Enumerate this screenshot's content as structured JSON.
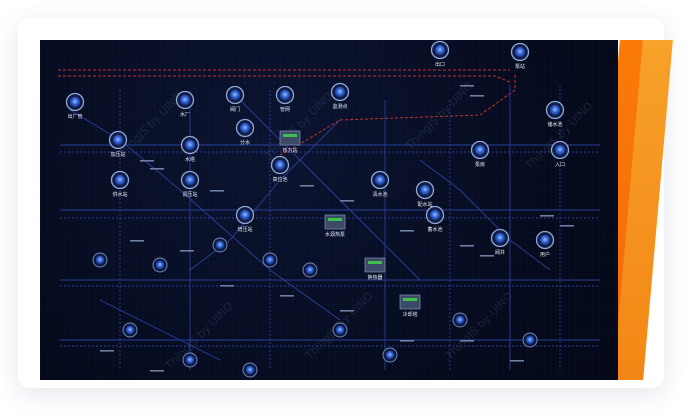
{
  "watermark": "ThingJS by UINO",
  "colors": {
    "node_ring": "#8fa8d6",
    "node_core": "#2f5fd0",
    "pipe_blue": "#2a3f9a",
    "pipe_red": "#c4312f",
    "stripe_orange": "#f47008",
    "stripe_amber": "#f39a1e"
  },
  "nodes": [
    {
      "id": "n_a1",
      "label": "出口"
    },
    {
      "id": "n_a2",
      "label": "泵站"
    },
    {
      "id": "n_a3",
      "label": "出厂管"
    },
    {
      "id": "n_a4",
      "label": "水厂"
    },
    {
      "id": "n_a5",
      "label": "阀门"
    },
    {
      "id": "n_a6",
      "label": "管网"
    },
    {
      "id": "n_a7",
      "label": "监测点"
    },
    {
      "id": "n_a8",
      "label": "加压站"
    },
    {
      "id": "n_a9",
      "label": "水塔"
    },
    {
      "id": "n_a10",
      "label": "分水"
    },
    {
      "id": "n_a11",
      "label": "高位池"
    },
    {
      "id": "n_a12",
      "label": "储水池"
    },
    {
      "id": "n_a13",
      "label": "入口"
    },
    {
      "id": "n_a14",
      "label": "供水站"
    },
    {
      "id": "n_a15",
      "label": "调压站"
    },
    {
      "id": "n_a16",
      "label": "增压站"
    },
    {
      "id": "n_a17",
      "label": "清水池"
    },
    {
      "id": "n_a18",
      "label": "配水站"
    },
    {
      "id": "n_a19",
      "label": "蓄水池"
    },
    {
      "id": "n_a20",
      "label": "泵房"
    },
    {
      "id": "n_a21",
      "label": "阀井"
    },
    {
      "id": "n_a22",
      "label": "用户"
    }
  ],
  "devices": [
    {
      "id": "d1",
      "label": "热力站"
    },
    {
      "id": "d2",
      "label": "水源热泵"
    },
    {
      "id": "d3",
      "label": "冷却塔"
    },
    {
      "id": "d4",
      "label": "换热器"
    }
  ]
}
